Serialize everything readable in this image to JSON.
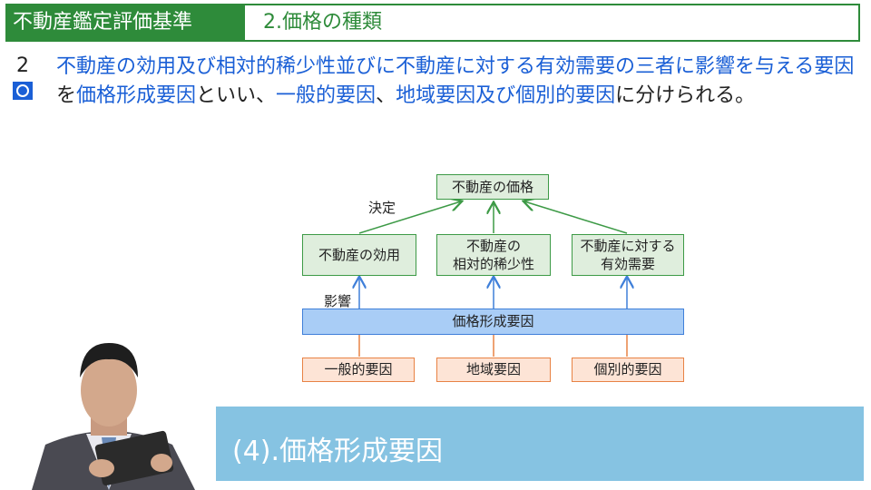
{
  "header": {
    "category": "不動産鑑定評価基準",
    "section": "2.価格の種類"
  },
  "question": {
    "number": "2",
    "parts": [
      {
        "text": "不動産の効用及び相対的稀少性並びに不動産に対する有効需要の三者に影響を与える要因",
        "color": "blue"
      },
      {
        "text": "を",
        "color": "black"
      },
      {
        "text": "価格形成要因",
        "color": "blue"
      },
      {
        "text": "といい、",
        "color": "black"
      },
      {
        "text": "一般的要因",
        "color": "blue"
      },
      {
        "text": "、",
        "color": "black"
      },
      {
        "text": "地域要因",
        "color": "blue"
      },
      {
        "text": "及び",
        "color": "blue"
      },
      {
        "text": "個別的要因",
        "color": "blue"
      },
      {
        "text": "に分けられる。",
        "color": "black"
      }
    ]
  },
  "diagram": {
    "top": "不動産の価格",
    "decision_label": "決定",
    "influence_label": "影響",
    "middle": [
      "不動産の効用",
      "不動産の\n相対的稀少性",
      "不動産に対する\n有効需要"
    ],
    "factor_bar": "価格形成要因",
    "bottom": [
      "一般的要因",
      "地域要因",
      "個別的要因"
    ]
  },
  "banner": "(4).価格形成要因",
  "colors": {
    "accent_green": "#2e8b3a",
    "text_blue": "#1a5fd6",
    "box_green": "#dfeedd",
    "box_blue": "#a9cdf6",
    "box_orange": "#fde4d6",
    "banner_blue": "#86c3e2"
  }
}
